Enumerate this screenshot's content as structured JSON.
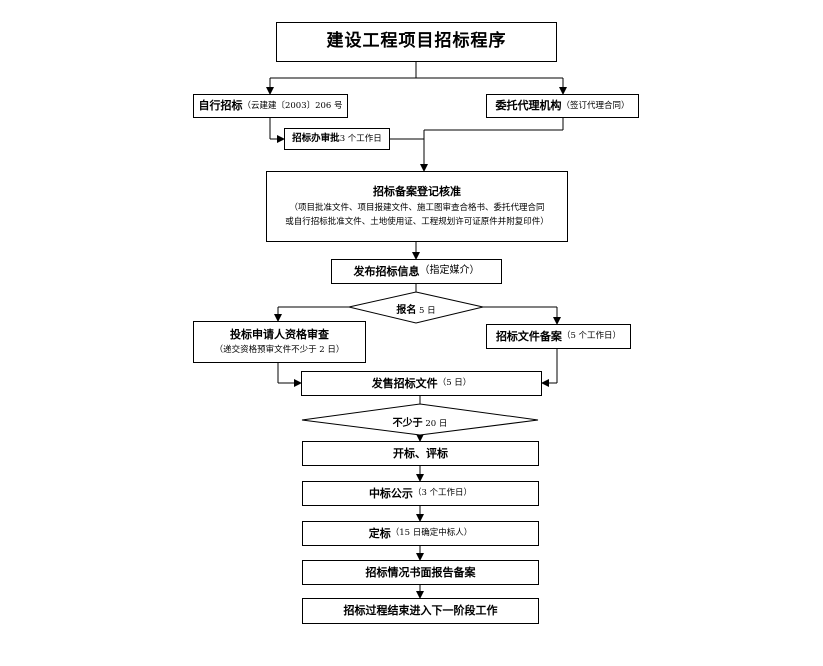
{
  "title": "建设工程项目招标程序",
  "self": {
    "bold": "自行招标",
    "note": "（云建建〔2003〕206 号"
  },
  "entrust": {
    "bold": "委托代理机构",
    "note": "（签订代理合同）"
  },
  "approve": {
    "bold": "招标办审批",
    "note": " 3 个工作日"
  },
  "record": {
    "bold": "招标备案登记核准",
    "line1": "（项目批准文件、项目报建文件、施工图审查合格书、委托代理合同",
    "line2": "或自行招标批准文件、土地使用证、工程规划许可证原件并附复印件）"
  },
  "publish": {
    "bold": "发布招标信息",
    "note": "（指定媒介）"
  },
  "signup": {
    "bold": "报名",
    "note": " 5 日"
  },
  "qualify": {
    "bold": "投标申请人资格审查",
    "note": "（递交资格预审文件不少于 2 日）"
  },
  "docs_record": {
    "bold": "招标文件备案",
    "note": "（5 个工作日）"
  },
  "sell": {
    "bold": "发售招标文件",
    "note": "（5 日）"
  },
  "min_days": {
    "bold": "不少于",
    "note": " 20 日"
  },
  "open": {
    "bold": "开标、评标"
  },
  "publicity": {
    "bold": "中标公示",
    "note": "（3 个工作日）"
  },
  "decide": {
    "bold": "定标",
    "note": "（15 日确定中标人）"
  },
  "report": {
    "bold": "招标情况书面报告备案"
  },
  "end": {
    "bold": "招标过程结束进入下一阶段工作"
  }
}
